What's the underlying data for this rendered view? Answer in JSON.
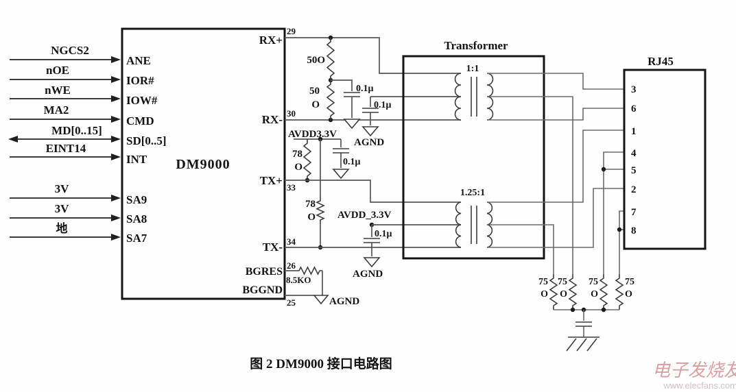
{
  "caption": "图 2 DM9000 接口电路图",
  "watermark": {
    "brand": "电子发烧友",
    "site": "www.elecfans.com"
  },
  "dm9000": {
    "name": "DM9000",
    "inputs": [
      {
        "label": "NGCS2",
        "pin": "ANE"
      },
      {
        "label": "nOE",
        "pin": "IOR#"
      },
      {
        "label": "nWE",
        "pin": "IOW#"
      },
      {
        "label": "MA2",
        "pin": "CMD"
      },
      {
        "label": "MD[0..15]",
        "pin": "SD[0..5]"
      },
      {
        "label": "EINT14",
        "pin": "INT"
      },
      {
        "label": "3V",
        "pin": "SA9"
      },
      {
        "label": "3V",
        "pin": "SA8"
      },
      {
        "label": "地",
        "pin": "SA7"
      }
    ],
    "right_pins": [
      {
        "name": "RX+",
        "num": "29"
      },
      {
        "name": "RX-",
        "num": "30"
      },
      {
        "name": "TX+",
        "num": "33"
      },
      {
        "name": "TX-",
        "num": "34"
      },
      {
        "name": "BGRES",
        "num": "26"
      },
      {
        "name": "BGGND",
        "num": "25"
      }
    ]
  },
  "transformer": {
    "title": "Transformer",
    "upper_ratio": "1:1",
    "lower_ratio": "1.25:1"
  },
  "rj45": {
    "title": "RJ45",
    "pins": [
      "3",
      "6",
      "1",
      "4",
      "5",
      "2",
      "7",
      "8"
    ]
  },
  "nets": {
    "avdd_rx": "AVDD3.3V",
    "avdd_tx": "AVDD_3.3V",
    "agnd": "AGND"
  },
  "parts": {
    "r_rx_top": "50O",
    "r_fifty": "50",
    "r_seventy_eight": "78",
    "ohm": "O",
    "r_bias": "8.5KO",
    "r_term": "75",
    "cap": "0.1μ"
  }
}
